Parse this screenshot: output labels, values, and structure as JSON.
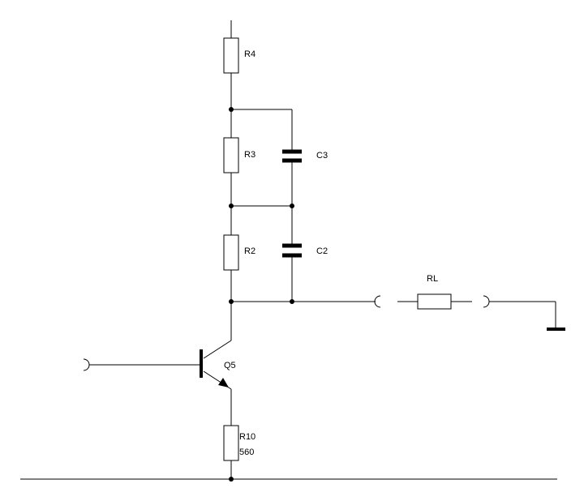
{
  "labels": {
    "r4": "R4",
    "r3": "R3",
    "r2": "R2",
    "c3": "C3",
    "c2": "C2",
    "rl": "RL",
    "q5": "Q5",
    "r10": "R10",
    "r10_value": "560"
  }
}
